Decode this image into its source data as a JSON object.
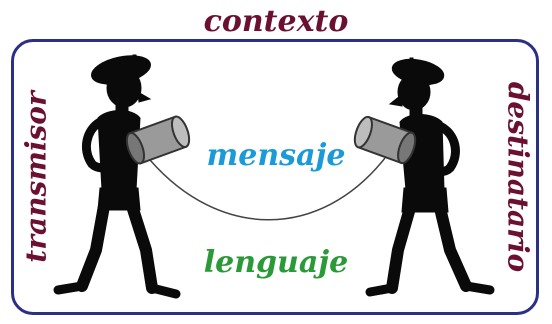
{
  "diagram": {
    "context": "contexto",
    "sender": "transmisor",
    "receiver": "destinatario",
    "message": "mensaje",
    "language": "lenguaje",
    "colors": {
      "frame": "#2b2f86",
      "context": "#6b1030",
      "sender": "#6b1030",
      "receiver": "#6b1030",
      "message": "#1a9ad8",
      "language": "#2a9a38",
      "figure": "#0a0a0a",
      "can": "#9a9a9a"
    }
  }
}
